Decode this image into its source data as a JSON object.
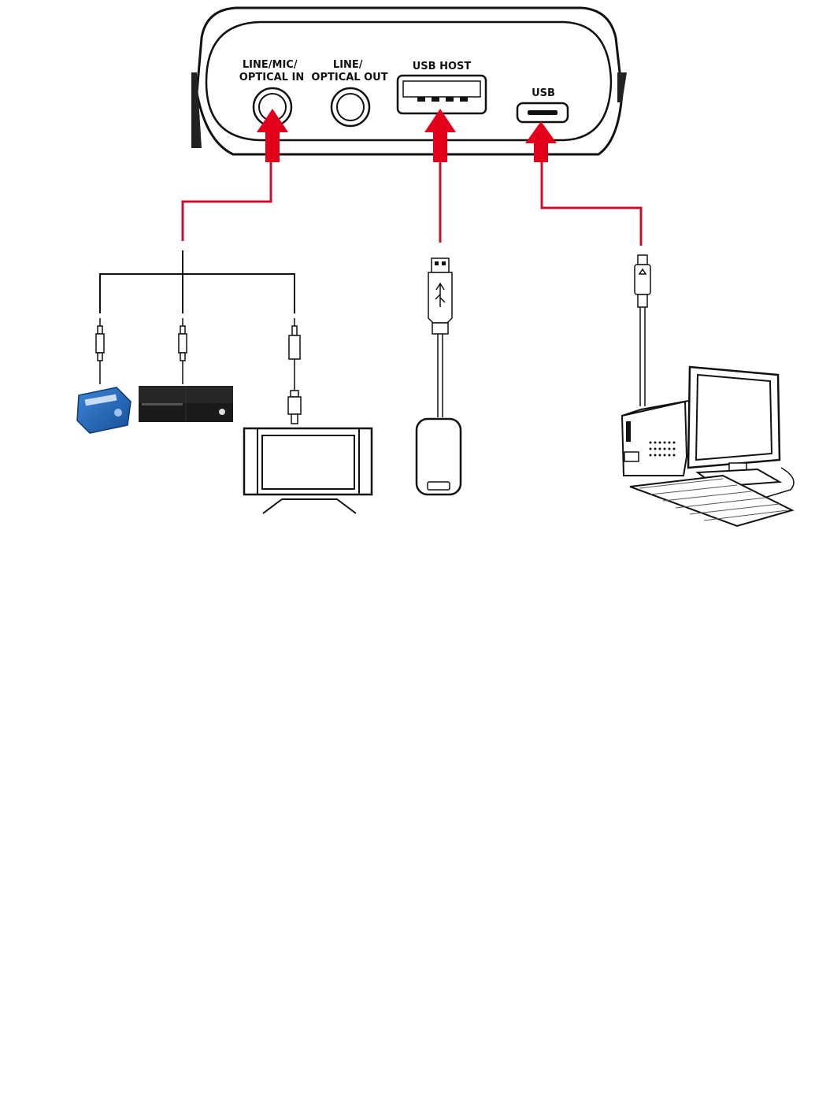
{
  "ports": {
    "line_mic_optical_in": [
      "LINE/MIC/",
      "OPTICAL IN"
    ],
    "line_optical_out": [
      "LINE/",
      "OPTICAL OUT"
    ],
    "usb_host": "USB HOST",
    "usb": "USB"
  },
  "colors": {
    "arrow": "#e3001b",
    "cable": "#c8102e",
    "outline": "#111111",
    "media_player": "#1f63b8"
  },
  "icons": [
    "device-back-panel",
    "arrow-up-icon",
    "3.5mm-jack-icon",
    "optical-plug-icon",
    "usb-a-plug-icon",
    "micro-usb-plug-icon",
    "media-player-icon",
    "game-console-icon",
    "television-icon",
    "smartphone-icon",
    "desktop-computer-icon"
  ]
}
